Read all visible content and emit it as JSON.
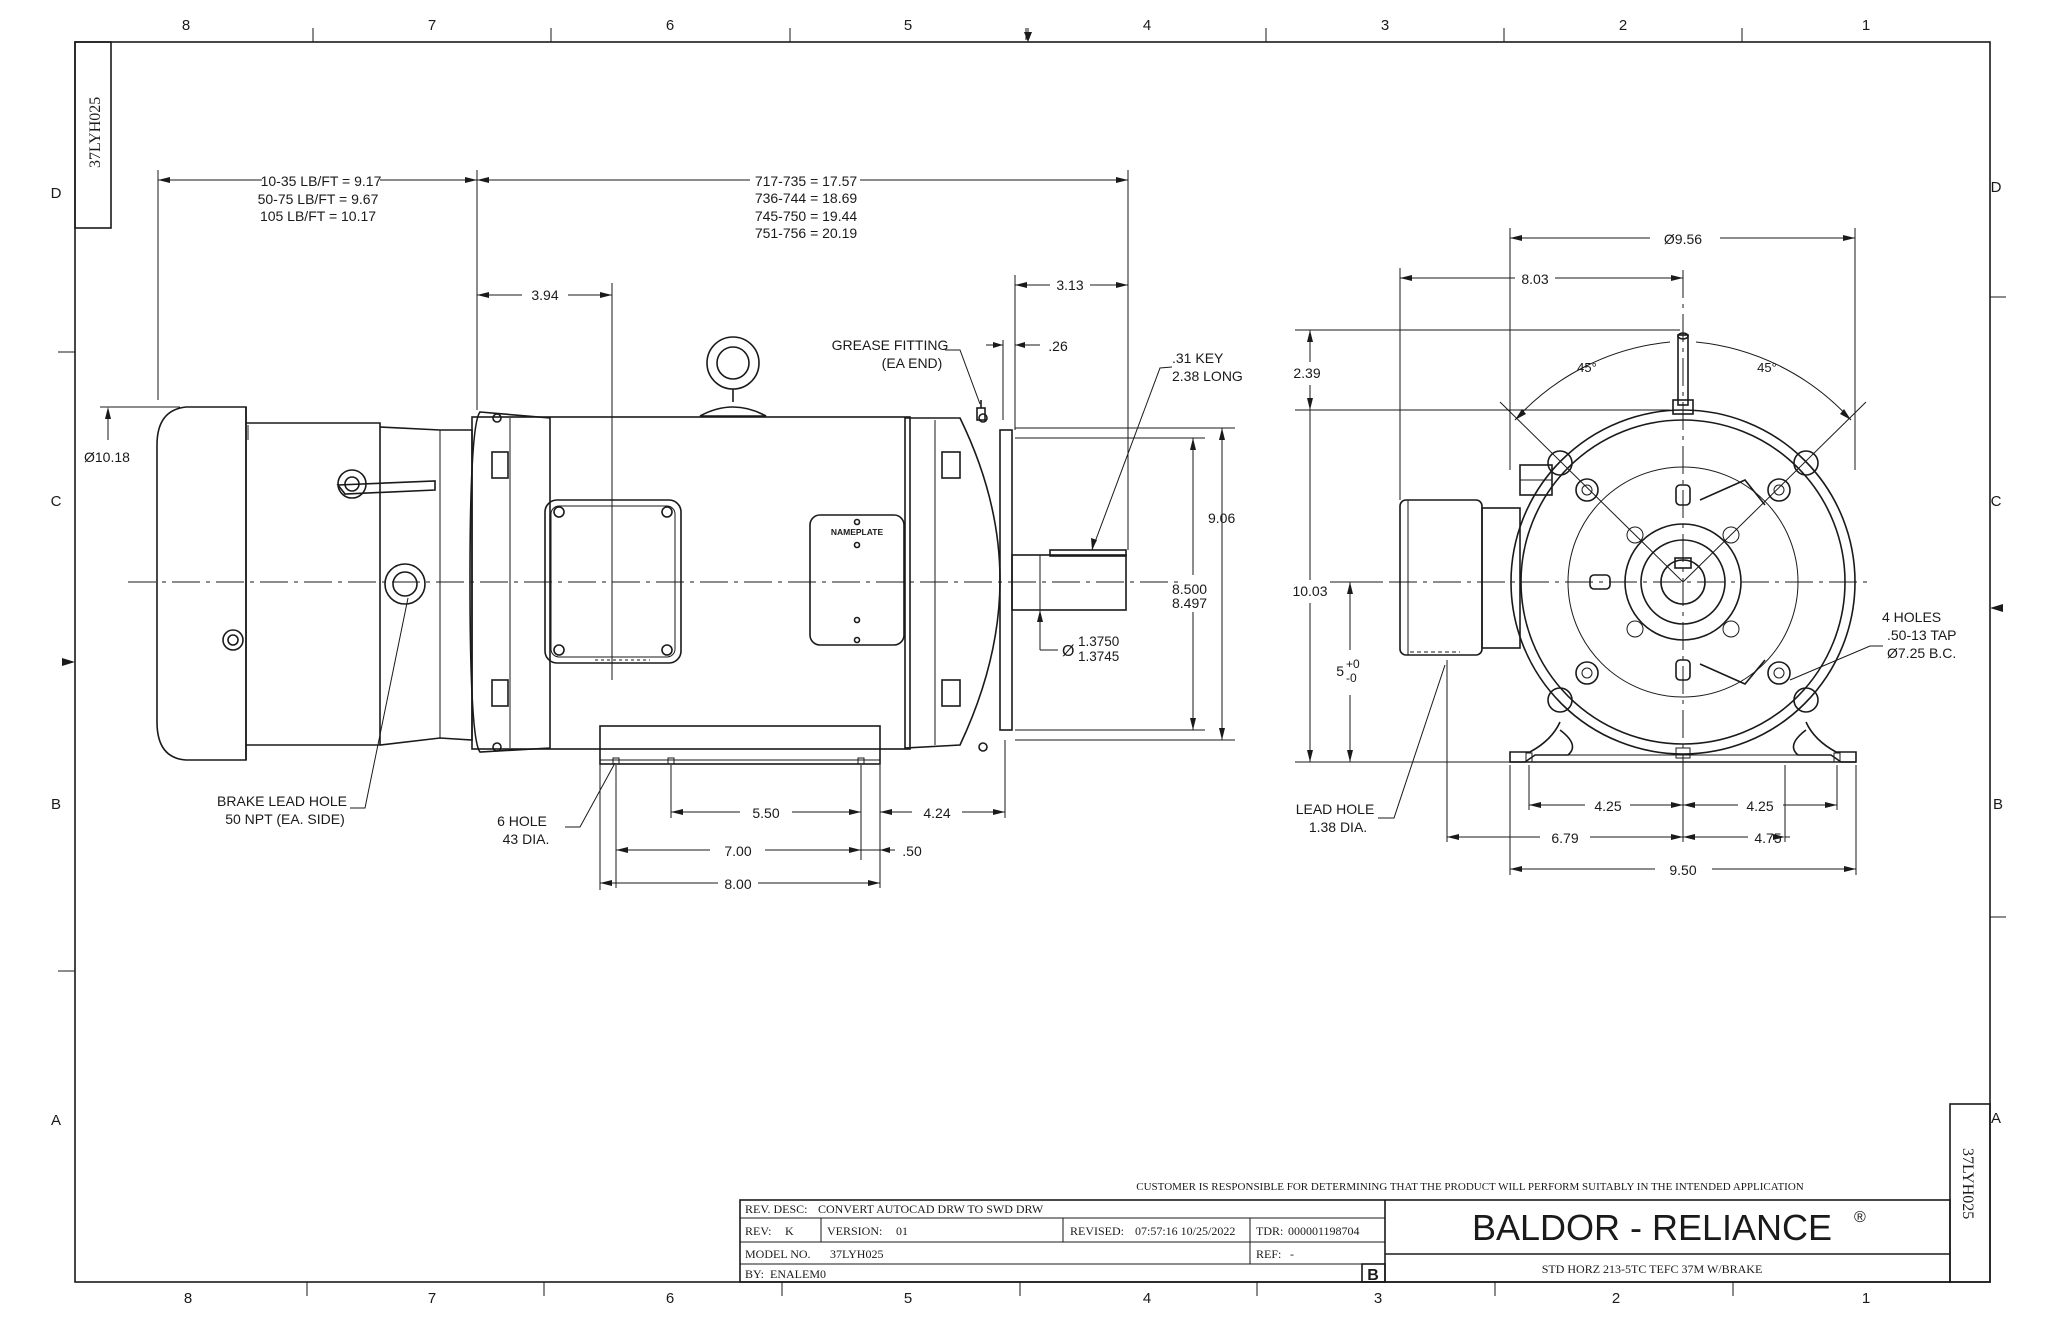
{
  "drawing_id": "37LYH025",
  "zones": {
    "columns": [
      "8",
      "7",
      "6",
      "5",
      "4",
      "3",
      "2",
      "1"
    ],
    "rows": [
      "D",
      "C",
      "B",
      "A"
    ]
  },
  "side_view": {
    "brake_lengths": [
      "10-35 LB/FT = 9.17",
      "50-75 LB/FT = 9.67",
      "105 LB/FT = 10.17"
    ],
    "motor_lengths": [
      "717-735 = 17.57",
      "736-744 = 18.69",
      "745-750 = 19.44",
      "751-756 = 20.19"
    ],
    "dim_394": "3.94",
    "dim_313": "3.13",
    "dim_026": ".26",
    "grease_fitting": [
      "GREASE FITTING",
      "(EA END)"
    ],
    "key": [
      ".31 KEY",
      "2.38 LONG"
    ],
    "brake_dia": "Ø10.18",
    "nameplate": "NAMEPLATE",
    "dim_906": "9.06",
    "dim_8500": [
      "8.500",
      "8.497"
    ],
    "shaft_dia_symbol": "Ø",
    "shaft_dia": [
      "1.3750",
      "1.3745"
    ],
    "brake_lead_hole": [
      "BRAKE LEAD HOLE",
      "50 NPT (EA. SIDE)"
    ],
    "foot_holes": [
      "6 HOLE",
      "43 DIA."
    ],
    "dim_550": "5.50",
    "dim_424": "4.24",
    "dim_700": "7.00",
    "dim_050": ".50",
    "dim_800": "8.00"
  },
  "end_view": {
    "dia_956": "Ø9.56",
    "dim_803": "8.03",
    "dim_239": "2.39",
    "angle_left": "45°",
    "angle_right": "45°",
    "dim_1003": "10.03",
    "dim_5_base": "5",
    "dim_5_plus": "+0",
    "dim_5_minus": "-0",
    "holes": [
      "4 HOLES",
      ".50-13 TAP",
      "Ø7.25 B.C."
    ],
    "lead_hole": [
      "LEAD HOLE",
      "1.38 DIA."
    ],
    "dim_425_left": "4.25",
    "dim_425_right": "4.25",
    "dim_679": "6.79",
    "dim_475": "4.75",
    "dim_950": "9.50"
  },
  "title_block": {
    "disclaimer": "CUSTOMER IS RESPONSIBLE FOR DETERMINING THAT THE PRODUCT WILL PERFORM SUITABLY IN THE INTENDED APPLICATION",
    "rev_desc_label": "REV. DESC:",
    "rev_desc": "CONVERT AUTOCAD DRW TO SWD DRW",
    "rev_label": "REV:",
    "rev": "K",
    "version_label": "VERSION:",
    "version": "01",
    "revised_label": "REVISED:",
    "revised": "07:57:16 10/25/2022",
    "tdr_label": "TDR:",
    "tdr": "000001198704",
    "model_label": "MODEL NO.",
    "model": "37LYH025",
    "ref_label": "REF:",
    "ref": "-",
    "by_label": "BY:",
    "by": "ENALEM0",
    "size": "B",
    "brand": "BALDOR - RELIANCE",
    "brand_mark": "®",
    "description": "STD HORZ 213-5TC TEFC 37M W/BRAKE"
  }
}
